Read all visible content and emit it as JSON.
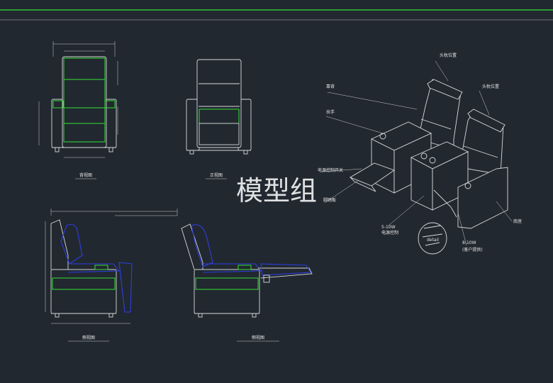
{
  "watermark": "模型组",
  "colors": {
    "background": "#212830",
    "outline": "#d9d9d9",
    "highlight_green": "#35e035",
    "highlight_blue": "#2f3ee0"
  },
  "views": {
    "front_caption": "背视图",
    "front2_caption": "正视图",
    "side_caption": "侧视图",
    "side2_caption": "侧视图"
  },
  "callouts": {
    "headrest": "头枕位置",
    "headrest2": "头枕位置",
    "backrest": "靠背",
    "armrest": "扶手",
    "control": "电源控制开关",
    "footrest": "脚踏板",
    "motor": "5-10W",
    "motor_sub": "电源控制",
    "power": "8-10W",
    "power_sub": "(客户提供)",
    "base": "底座",
    "detail": "detail"
  }
}
